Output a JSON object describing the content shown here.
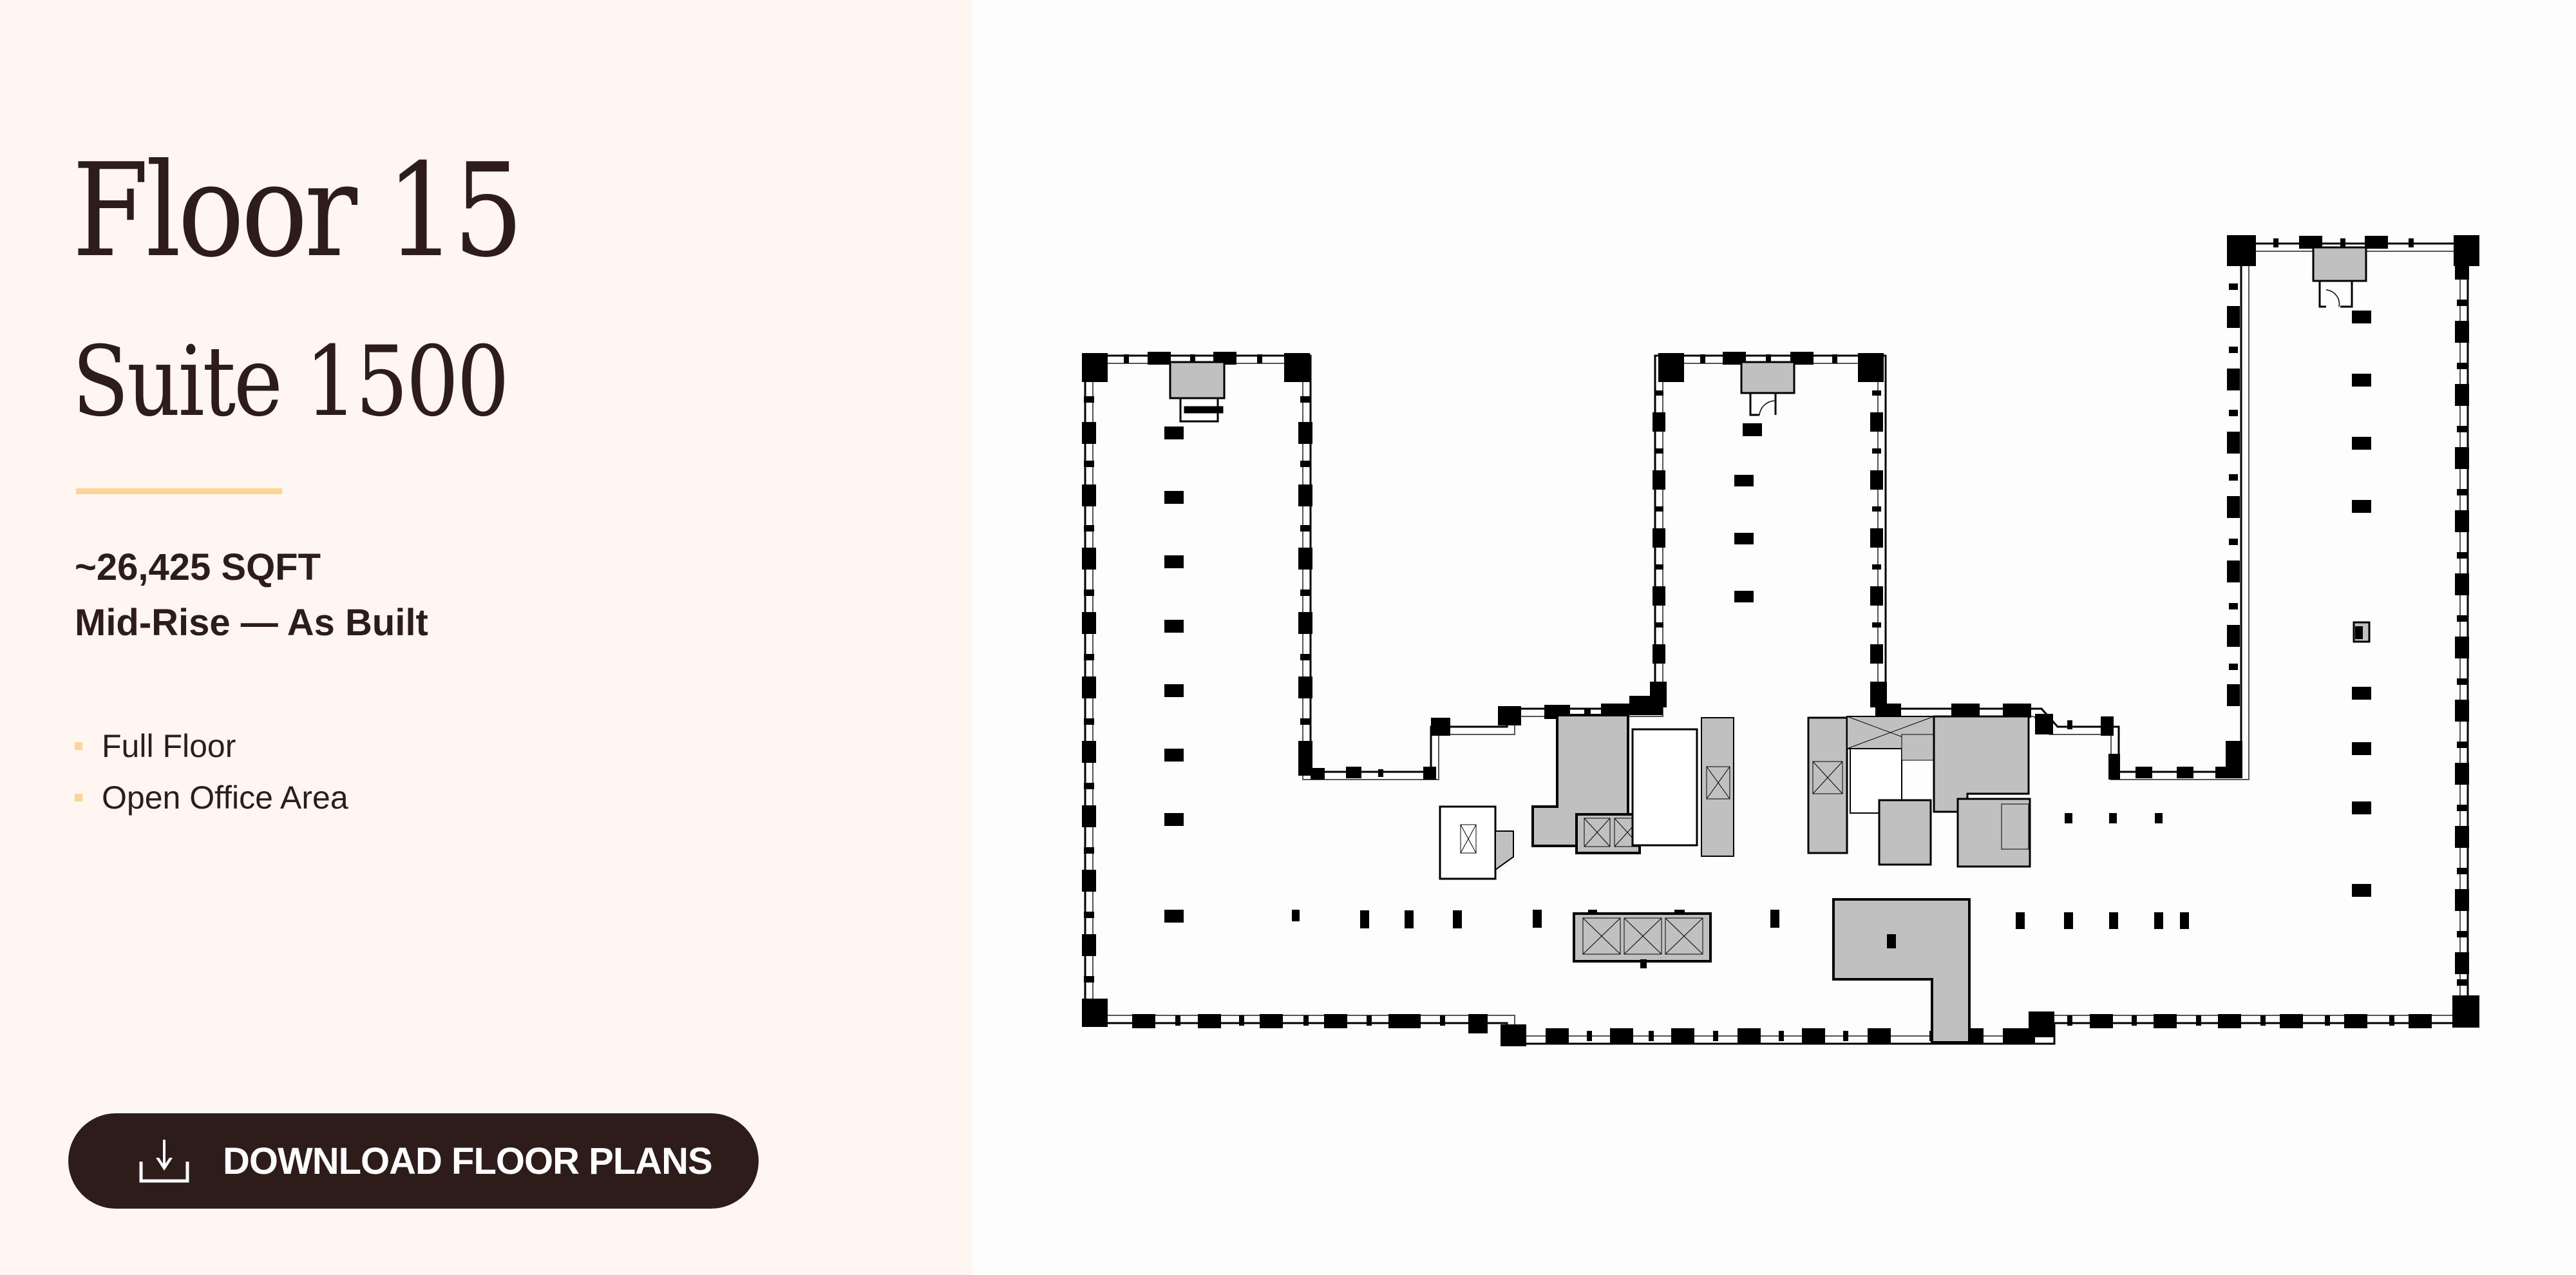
{
  "listing": {
    "floor_title": "Floor 15",
    "suite_title": "Suite 1500",
    "area": "~26,425 SQFT",
    "plan_type": "Mid-Rise — As Built",
    "features": [
      {
        "label": "Full Floor"
      },
      {
        "label": "Open Office Area"
      }
    ]
  },
  "actions": {
    "download_label": "DOWNLOAD FLOOR PLANS",
    "download_icon": "download-icon"
  },
  "floor_plan": {
    "description": "Floor 15 architectural floor plan",
    "wings": [
      "left-wing",
      "center-wing",
      "right-wing"
    ],
    "core_fill": "#C0C0C0",
    "wall_color": "#000000"
  },
  "colors": {
    "panel_bg": "#FFF6F2",
    "text": "#2E1C1B",
    "accent": "#FFD596",
    "button_bg": "#2E1C1B",
    "button_text": "#FFFFFF",
    "plan_bg": "#FDFDFD"
  }
}
